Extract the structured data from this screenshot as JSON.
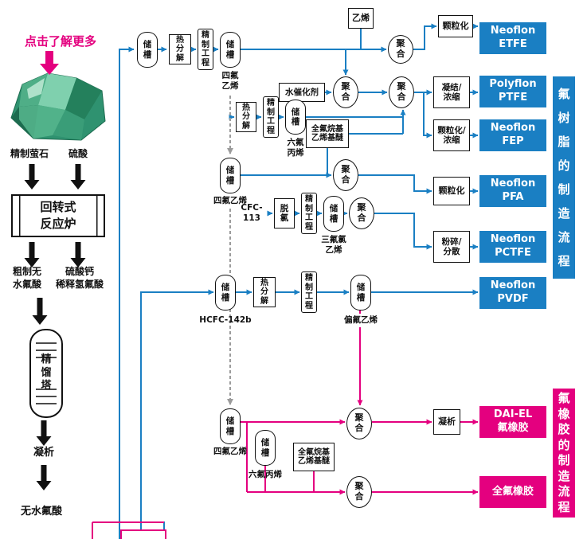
{
  "colors": {
    "blue": "#1a7fc3",
    "magenta": "#e4007f",
    "dash_gray": "#9b9b9b"
  },
  "cta": {
    "label": "点击了解更多"
  },
  "left": {
    "raw_fluorite": "精制萤石",
    "raw_sulfuric": "硫酸",
    "furnace_line1": "回转式",
    "furnace_line2": "反应炉",
    "crude": "粗制无水氟酸",
    "byproduct_line1": "硫酸钙",
    "byproduct_line2": "稀释氢氟酸",
    "tower": "精馏塔",
    "condense": "凝析",
    "ahf": "无水氟酸"
  },
  "common": {
    "tank": "储槽",
    "polymerize": "聚合",
    "pyrolysis": "热分解",
    "refining": "精制工程",
    "granulate": "颗粒化",
    "pave": "全氟烷基乙烯基醚"
  },
  "flow": {
    "ethylene": "乙烯",
    "tfe": "四氟乙烯",
    "water_catalyst": "水催化剂",
    "coag": "凝结/浓缩",
    "hfp": "六氟丙烯",
    "gran_conc": "颗粒化/浓缩",
    "tfe2": "四氟乙烯",
    "cfc": "CFC-113",
    "dechlorination": "脱氯",
    "ctfe": "三氟氯乙烯",
    "crush": "粉碎/分散",
    "hcfc": "HCFC-142b",
    "vdf": "偏氟乙烯",
    "rubber_tfe": "四氟乙烯",
    "rubber_hfp": "六氟丙烯",
    "rubber_condense": "凝析"
  },
  "products": {
    "etfe_brand": "Neoflon",
    "etfe": "ETFE",
    "ptfe_brand": "Polyflon",
    "ptfe": "PTFE",
    "fep_brand": "Neoflon",
    "fep": "FEP",
    "pfa_brand": "Neoflon",
    "pfa": "PFA",
    "pctfe_brand": "Neoflon",
    "pctfe": "PCTFE",
    "pvdf_brand": "Neoflon",
    "pvdf": "PVDF",
    "daiel_brand": "DAI-EL",
    "daiel_type": "氟橡胶",
    "ffkm": "全氟橡胶"
  },
  "sidebars": {
    "resin": "氟树脂的制造流程",
    "rubber": "氟橡胶的制造流程"
  }
}
